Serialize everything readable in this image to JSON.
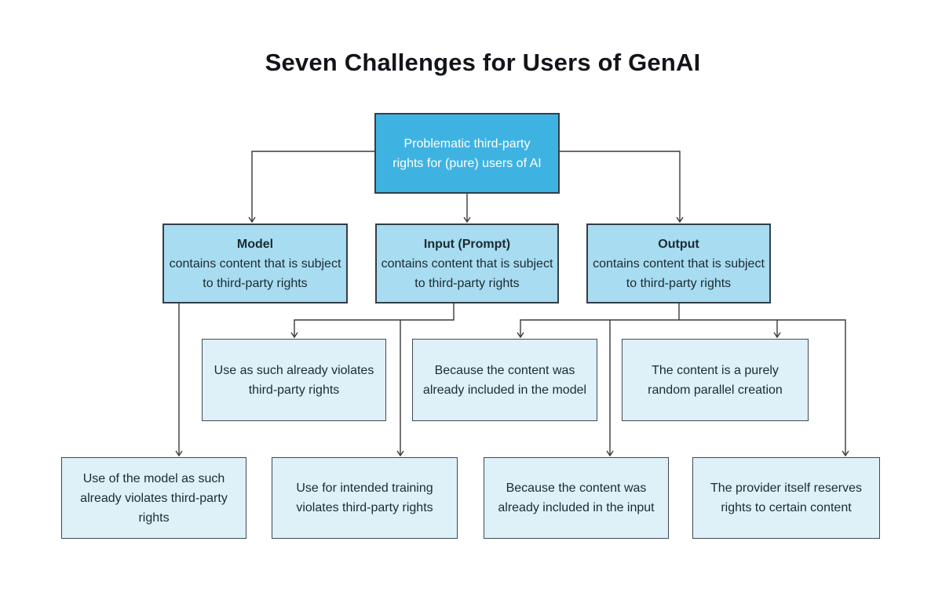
{
  "title": "Seven Challenges for Users of GenAI",
  "colors": {
    "title_text": "#111418",
    "root_fill": "#3eb3e2",
    "root_text": "#ffffff",
    "level2_fill": "#a8dcf0",
    "level3_fill": "#def0f8",
    "border_dark": "#333e48",
    "border_leaf": "#3f4a54",
    "text_dark": "#1b2b33",
    "line_color": "#3a3a3a"
  },
  "root": {
    "text": "Problematic third-party rights for (pure) users of AI"
  },
  "level2": [
    {
      "title": "Model",
      "body": "contains content that is subject to third-party rights"
    },
    {
      "title": "Input (Prompt)",
      "body": "contains content that is subject to third-party rights"
    },
    {
      "title": "Output",
      "body": "contains content that is subject to third-party rights"
    }
  ],
  "level3": [
    {
      "text": "Use as such already violates third-party rights"
    },
    {
      "text": "Because the content was already included in the model"
    },
    {
      "text": "The content is a purely random parallel creation"
    }
  ],
  "level4": [
    {
      "text": "Use of the model as such already violates third-party rights"
    },
    {
      "text": "Use for intended training violates third-party rights"
    },
    {
      "text": "Because the content was already included in the input"
    },
    {
      "text": "The provider itself reserves rights to certain content"
    }
  ]
}
